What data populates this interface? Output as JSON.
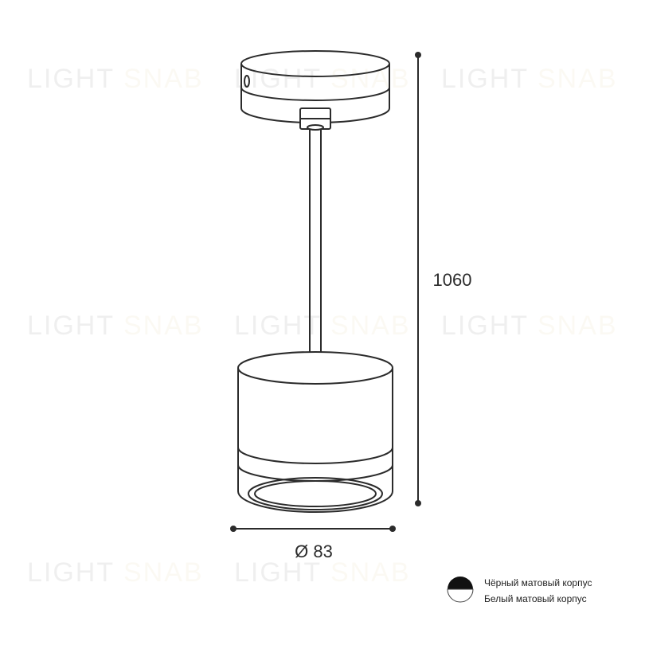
{
  "watermark": {
    "light": "LIGHT",
    "snab": "SNAB"
  },
  "dimensions": {
    "height": "1060",
    "diameter": "Ø 83"
  },
  "legend": {
    "items": [
      {
        "label": "Чёрный матовый корпус",
        "color": "#111111"
      },
      {
        "label": "Белый матовый корпус",
        "color": "#ffffff"
      }
    ]
  },
  "colors": {
    "line": "#2b2b2b",
    "watermark_accent": "#c9a24a"
  }
}
